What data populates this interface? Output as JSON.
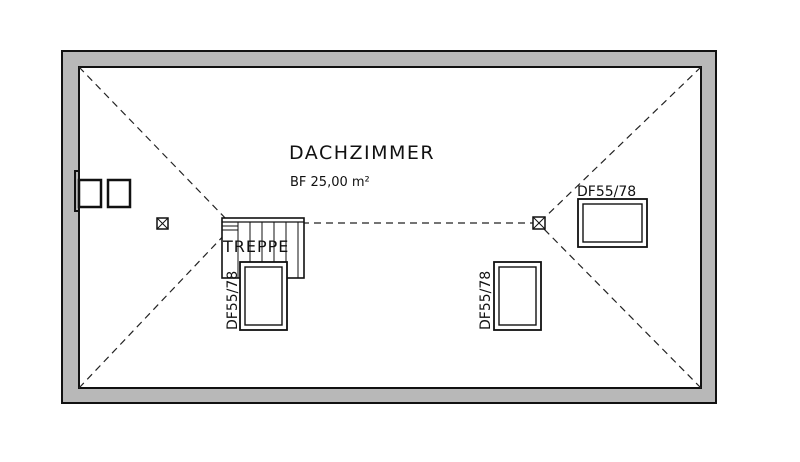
{
  "plan": {
    "room_name": "DACHZIMMER",
    "room_area": "BF 25,00 m²",
    "stair_label": "TREPPE",
    "window_label_top_right": "DF55/78",
    "window_label_left": "DF55/78",
    "window_label_center": "DF55/78"
  },
  "colors": {
    "wall_fill": "#b8b8b8",
    "line": "#111111",
    "background": "#ffffff"
  }
}
